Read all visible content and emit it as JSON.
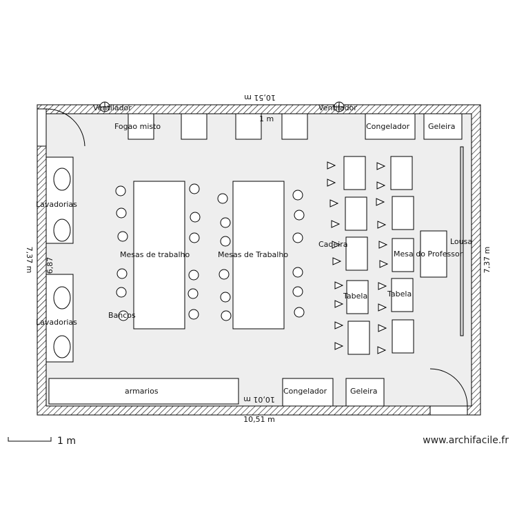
{
  "plan": {
    "dimensions": {
      "top_outer": "10,51 m",
      "top_inner_fragment": "1 m",
      "bottom_outer": "10,51 m",
      "bottom_inner": "10,01 m",
      "left_outer": "7,37 m",
      "left_inner": "6,87",
      "right_outer": "7,37 m"
    },
    "labels": {
      "fan_left": "Ventilador",
      "fan_right": "Ventilador",
      "stove": "Fogao misto",
      "freezer_top": "Congelador",
      "fridge_top": "Geleira",
      "sinks_top": "Lavadorias",
      "sinks_bottom": "Lavadorias",
      "workbench_left": "Mesas de trabalho",
      "workbench_right": "Mesas de Trabalho",
      "stools": "Bancos",
      "chair": "Cadeira",
      "teacher_desk": "Mesa do Professor",
      "board": "Lousa",
      "table_left": "Tabela",
      "table_right": "Tabela",
      "cabinets": "armarios",
      "freezer_bottom": "Congelador",
      "fridge_bottom": "Geleira"
    },
    "scale_label": "1 m",
    "watermark": "www.archifacile.fr"
  }
}
